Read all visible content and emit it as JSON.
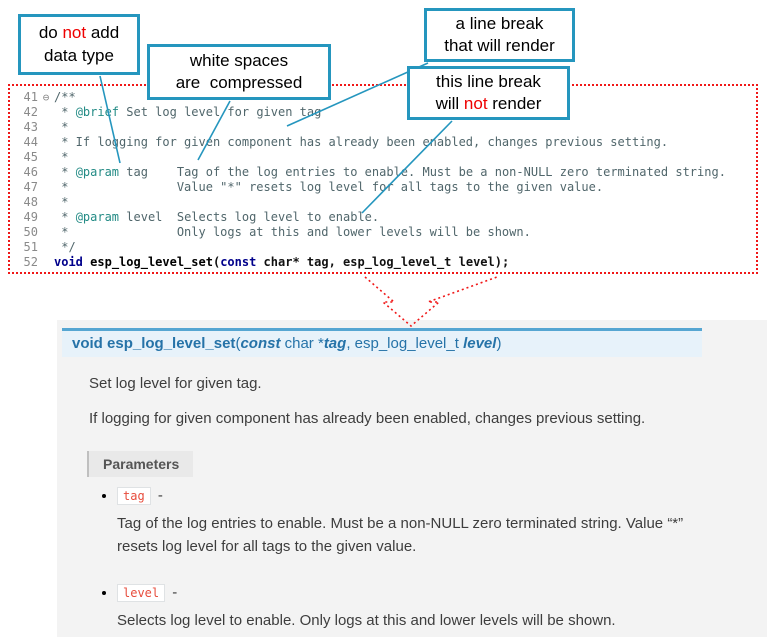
{
  "callouts": {
    "no_datatype": {
      "l1a": "do ",
      "l1b": "not",
      "l1c": " add",
      "l2": "data type"
    },
    "whitespace": {
      "l1": "white spaces",
      "l2": "are  compressed"
    },
    "break_render": {
      "l1": "a line break",
      "l2": "that will render"
    },
    "break_norender": {
      "l1": "this line break",
      "l2a": "will ",
      "l2b": "not",
      "l2c": " render"
    }
  },
  "code": {
    "lines": [
      {
        "num": "41",
        "fold": "⊖",
        "segments": [
          {
            "c": "comment",
            "t": "/**"
          }
        ]
      },
      {
        "num": "42",
        "fold": "",
        "segments": [
          {
            "c": "comment",
            "t": " * "
          },
          {
            "c": "tag",
            "t": "@brief"
          },
          {
            "c": "comment",
            "t": " Set log level for given tag"
          }
        ]
      },
      {
        "num": "43",
        "fold": "",
        "segments": [
          {
            "c": "comment",
            "t": " *"
          }
        ]
      },
      {
        "num": "44",
        "fold": "",
        "segments": [
          {
            "c": "comment",
            "t": " * If logging for given component has already been enabled, changes previous setting."
          }
        ]
      },
      {
        "num": "45",
        "fold": "",
        "segments": [
          {
            "c": "comment",
            "t": " *"
          }
        ]
      },
      {
        "num": "46",
        "fold": "",
        "segments": [
          {
            "c": "comment",
            "t": " * "
          },
          {
            "c": "tag",
            "t": "@param"
          },
          {
            "c": "comment",
            "t": " tag    Tag of the log entries to enable. Must be a non-NULL zero terminated string."
          }
        ]
      },
      {
        "num": "47",
        "fold": "",
        "segments": [
          {
            "c": "comment",
            "t": " *               Value \"*\" resets log level for all tags to the given value."
          }
        ]
      },
      {
        "num": "48",
        "fold": "",
        "segments": [
          {
            "c": "comment",
            "t": " *"
          }
        ]
      },
      {
        "num": "49",
        "fold": "",
        "segments": [
          {
            "c": "comment",
            "t": " * "
          },
          {
            "c": "tag",
            "t": "@param"
          },
          {
            "c": "comment",
            "t": " level  Selects log level to enable."
          }
        ]
      },
      {
        "num": "50",
        "fold": "",
        "segments": [
          {
            "c": "comment",
            "t": " *               Only logs at this and lower levels will be shown."
          }
        ]
      },
      {
        "num": "51",
        "fold": "",
        "segments": [
          {
            "c": "comment",
            "t": " */"
          }
        ]
      },
      {
        "num": "52",
        "fold": "",
        "segments": [
          {
            "c": "kw",
            "t": "void"
          },
          {
            "c": "plain",
            "t": " "
          },
          {
            "c": "func",
            "t": "esp_log_level_set"
          },
          {
            "c": "plain",
            "t": "("
          },
          {
            "c": "kw",
            "t": "const"
          },
          {
            "c": "plain",
            "t": " char* tag, esp_log_level_t level);"
          }
        ]
      }
    ]
  },
  "docs": {
    "signature": [
      {
        "c": "kw",
        "t": "void "
      },
      {
        "c": "name",
        "t": "esp_log_level_set"
      },
      {
        "c": "plain",
        "t": "("
      },
      {
        "c": "kwi",
        "t": "const"
      },
      {
        "c": "plain",
        "t": "  char *"
      },
      {
        "c": "arg",
        "t": "tag"
      },
      {
        "c": "plain",
        "t": ", esp_log_level_t "
      },
      {
        "c": "arg",
        "t": "level"
      },
      {
        "c": "plain",
        "t": ")"
      }
    ],
    "brief": "Set log level for given tag.",
    "detail": "If logging for given component has already been enabled, changes previous setting.",
    "parameters_label": "Parameters",
    "params": [
      {
        "name": "tag",
        "sep": "-",
        "desc": "Tag of the log entries to enable. Must be a non-NULL zero terminated string. Value “*” resets log level for all tags to the given value."
      },
      {
        "name": "level",
        "sep": "-",
        "desc": "Selects log level to enable. Only logs at this and lower levels will be shown."
      }
    ]
  },
  "colors": {
    "callout_border": "#2596be",
    "code_border": "#f01818",
    "signature_text": "#2673a8",
    "signature_bg": "#e7f2fa",
    "param_literal": "#e74c3c"
  }
}
